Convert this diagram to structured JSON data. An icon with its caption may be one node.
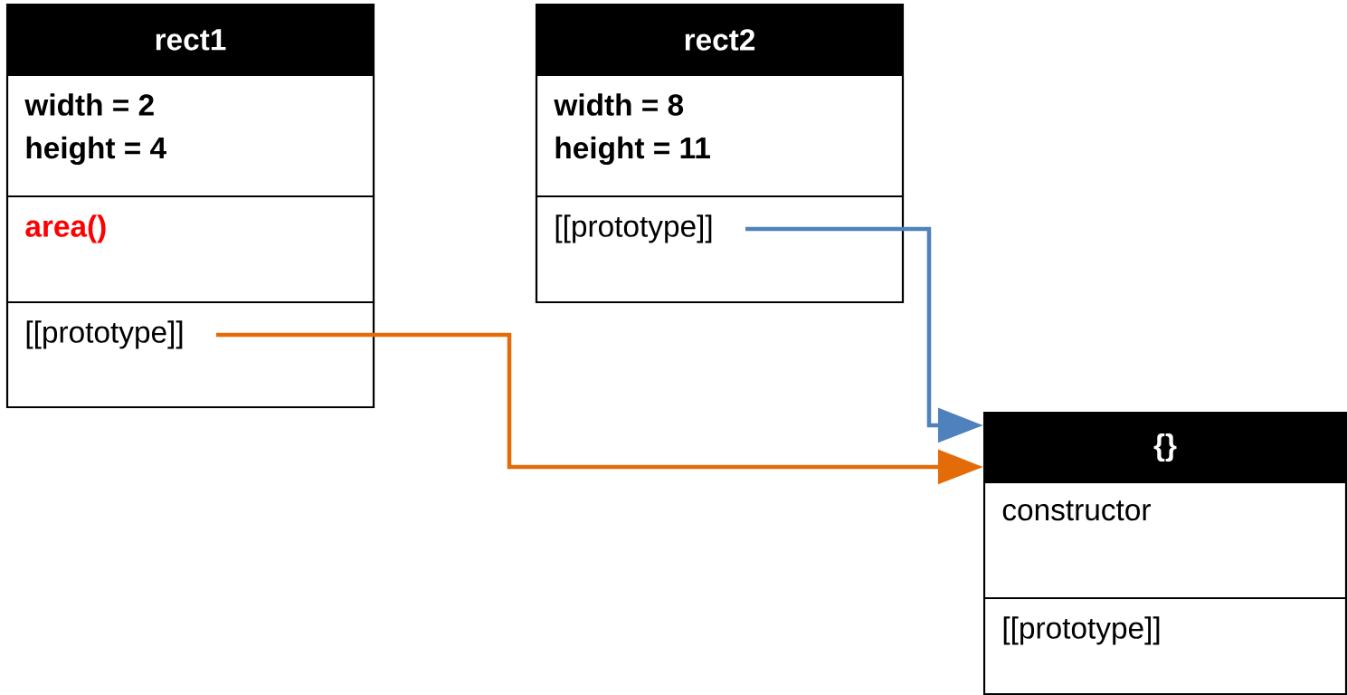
{
  "diagram": {
    "nodes": [
      {
        "text": [
          "rect1"
        ]
      },
      {
        "text": [
          "width = 2",
          "height = 4"
        ],
        "in": 0
      },
      {
        "text": [
          "area()"
        ],
        "in": 0
      },
      {
        "text": [
          "[[prototype]]"
        ],
        "in": 0
      },
      {
        "text": [
          "rect2"
        ]
      },
      {
        "text": [
          "width = 8",
          "height = 11"
        ],
        "in": 4
      },
      {
        "text": [
          "[[prototype]]"
        ],
        "in": 4
      },
      {
        "text": [
          "{}"
        ]
      },
      {
        "text": [
          "constructor"
        ],
        "in": 7
      },
      {
        "text": [
          "[[prototype]]"
        ],
        "in": 7
      }
    ],
    "edges": [
      {
        "from": 3,
        "to": 7,
        "arrow": "to",
        "color": "#e36c09"
      },
      {
        "from": 6,
        "to": 7,
        "arrow": "to",
        "color": "#4f81bd"
      }
    ]
  }
}
